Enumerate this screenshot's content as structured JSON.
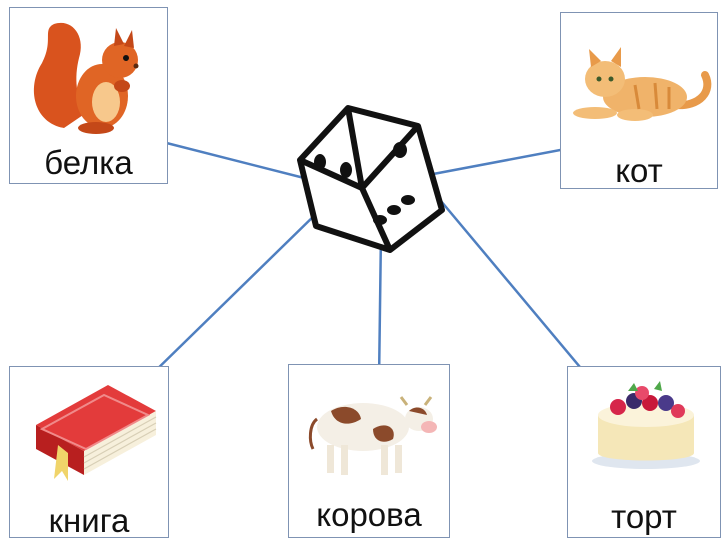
{
  "cards": {
    "squirrel": {
      "word": "белка"
    },
    "cat": {
      "word": "кот"
    },
    "book": {
      "word": "книга"
    },
    "cow": {
      "word": "корова"
    },
    "cake": {
      "word": "торт"
    }
  },
  "colors": {
    "line": "#4f7fc0",
    "card_border": "#7f93b3",
    "squirrel": "#d9531e",
    "cat": "#f0b36a",
    "book": "#d52b2b",
    "cow_patch": "#8b4a2b",
    "cake": "#f5e7b8"
  },
  "dice": {
    "icon": "dice-icon",
    "visible_pips": 6
  }
}
